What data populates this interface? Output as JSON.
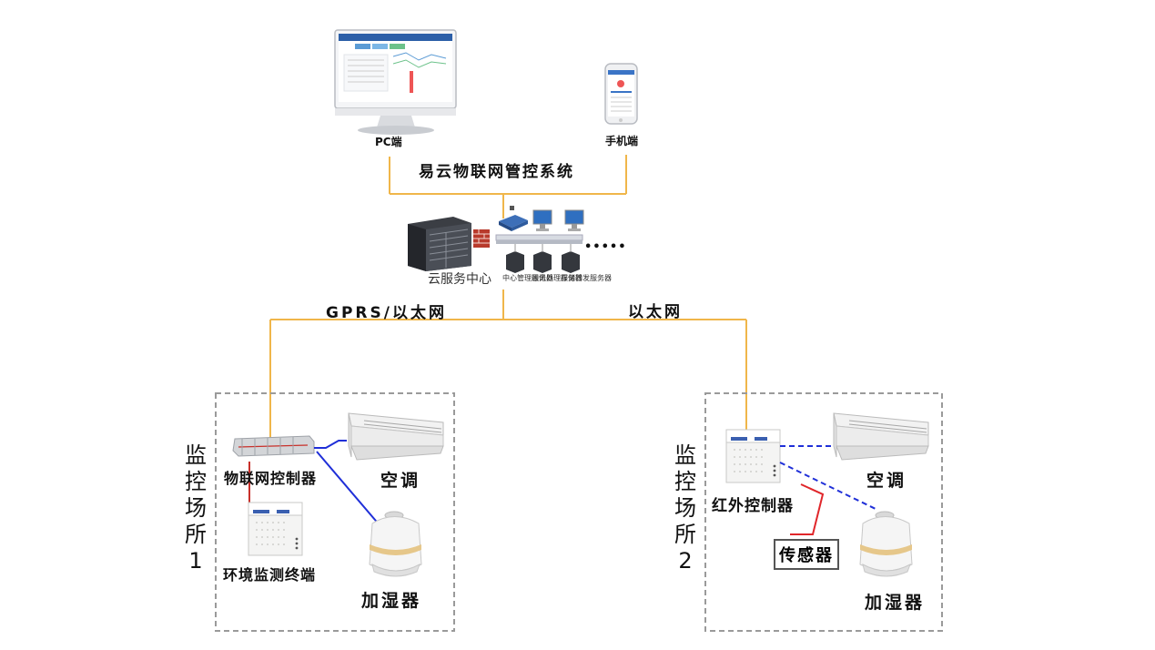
{
  "terminals": {
    "pc_label": "PC端",
    "mobile_label": "手机端"
  },
  "system": {
    "title": "易云物联网管控系统"
  },
  "cloud": {
    "label": "云服务中心",
    "server_labels": [
      "中心管理服务器",
      "通讯处理服务器",
      "存储转发服务器"
    ],
    "ellipsis": "•••••"
  },
  "network": {
    "left_label": "GPRS/以太网",
    "right_label": "以太网"
  },
  "site1": {
    "title_chars": [
      "监",
      "控",
      "场",
      "所",
      "1"
    ],
    "controller_label": "物联网控制器",
    "env_terminal_label": "环境监测终端",
    "ac_label": "空调",
    "humidifier_label": "加湿器"
  },
  "site2": {
    "title_chars": [
      "监",
      "控",
      "场",
      "所",
      "2"
    ],
    "controller_label": "红外控制器",
    "sensor_label": "传感器",
    "ac_label": "空调",
    "humidifier_label": "加湿器"
  },
  "colors": {
    "trunk_line": "#f0b64a",
    "wired_link": "#1f2fd8",
    "sensor_link": "#e0262a",
    "site_border": "#9a9a9a"
  }
}
